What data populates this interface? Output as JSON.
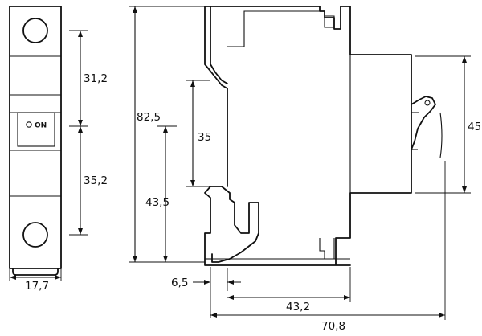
{
  "front_view": {
    "switch_label": "ON"
  },
  "dimensions": {
    "width_front": "17,7",
    "upper_height": "31,2",
    "lower_height": "35,2",
    "total_height": "82,5",
    "rail_height": "35",
    "rail_to_bottom": "43,5",
    "front_depth": "45",
    "clip_offset": "6,5",
    "body_depth": "43,2",
    "total_depth": "70,8"
  }
}
